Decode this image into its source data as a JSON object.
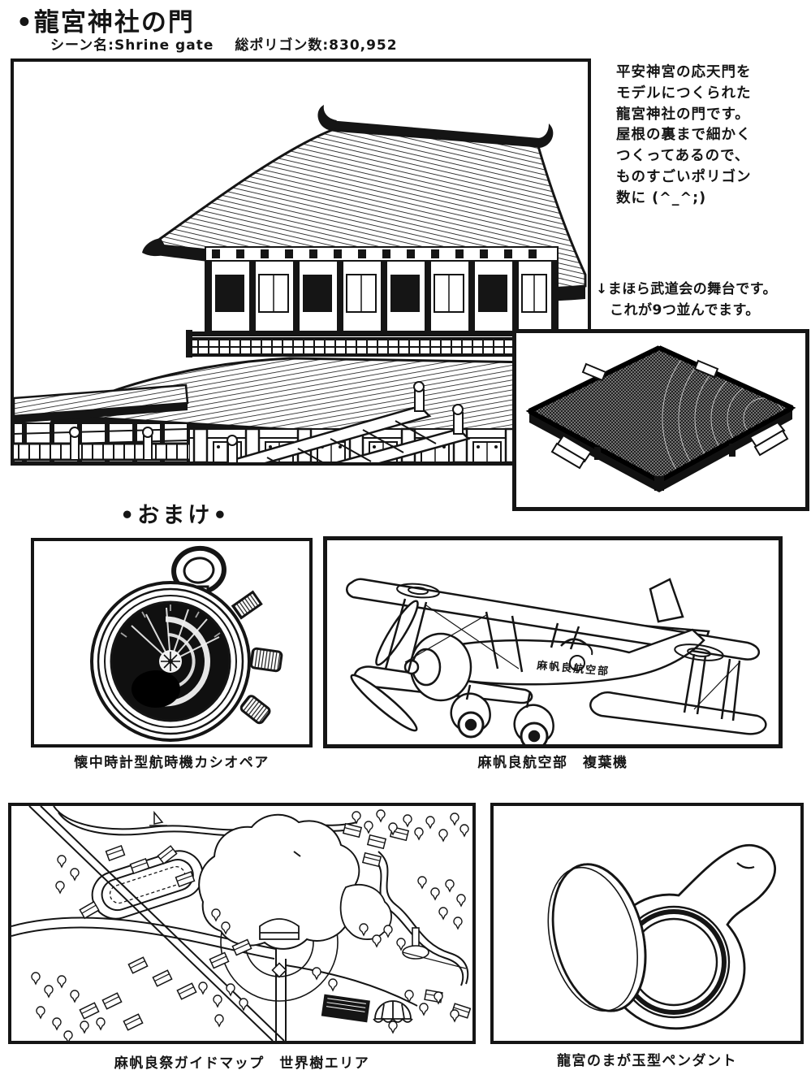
{
  "header": {
    "title": "•龍宮神社の門",
    "scene_label": "シーン名:Shrine gate",
    "polygon_label": "総ポリゴン数:830,952"
  },
  "shrine_section": {
    "description_lines": [
      "平安神宮の応天門を",
      "モデルにつくられた",
      "龍宮神社の門です。",
      "屋根の裏まで細かく",
      "つくってあるので、",
      "ものすごいポリゴン",
      "数に (^_^;)"
    ],
    "stage_note_line1": "↓まほら武道会の舞台です。",
    "stage_note_line2": "これが9つ並んでます。"
  },
  "omake_section": {
    "heading": "•おまけ•",
    "items": [
      {
        "id": "pocket-watch",
        "caption": "懐中時計型航時機カシオペア"
      },
      {
        "id": "biplane",
        "caption": "麻帆良航空部　複葉機",
        "fuselage_text": "麻帆良航空部"
      },
      {
        "id": "guide-map",
        "caption": "麻帆良祭ガイドマップ　世界樹エリア"
      },
      {
        "id": "magatama-pendant",
        "caption": "龍宮のまが玉型ペンダント"
      }
    ]
  },
  "colors": {
    "ink": "#151515",
    "paper": "#ffffff"
  }
}
